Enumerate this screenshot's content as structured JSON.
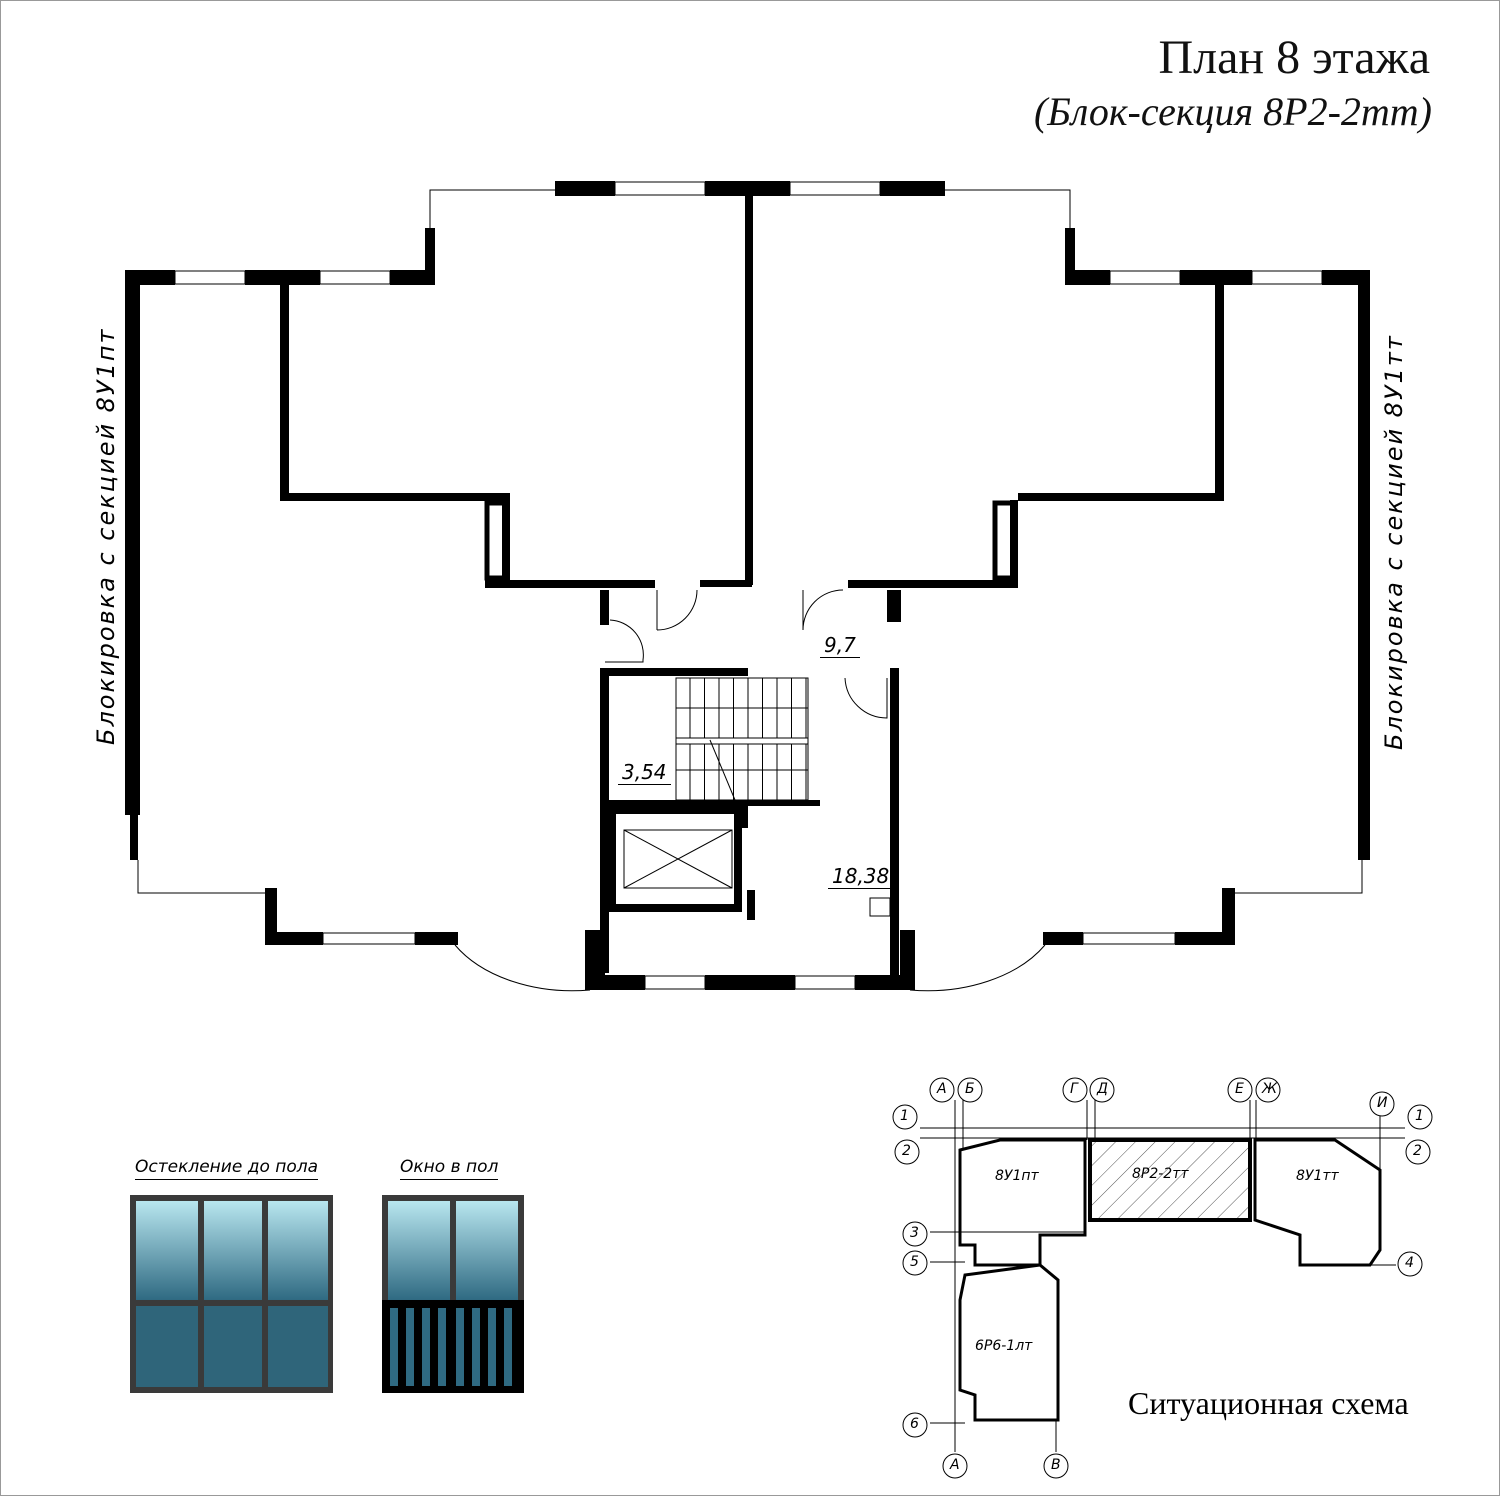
{
  "title": "План 8 этажа",
  "subtitle": "(Блок-секция 8Р2-2тт)",
  "side_labels": {
    "left": "Блокировка с секцией 8У1пт",
    "right": "Блокировка с секцией 8У1тт"
  },
  "areas": {
    "corridor": "9,7",
    "stair": "3,54",
    "hall": "18,38"
  },
  "legend": {
    "floor_glazing": "Остекление до пола",
    "floor_window": "Окно в пол"
  },
  "situation": {
    "title": "Ситуационная схема",
    "sections": [
      "8У1пт",
      "8Р2-2тт",
      "8У1тт",
      "6Р6-1лт"
    ],
    "axes_letters": [
      "А",
      "Б",
      "Г",
      "Д",
      "Е",
      "Ж",
      "И",
      "А",
      "В"
    ],
    "axes_numbers": [
      "1",
      "2",
      "3",
      "5",
      "6",
      "1",
      "2",
      "4"
    ]
  },
  "colors": {
    "wall": "#000000",
    "glass_top": "#b8e6ef",
    "glass_bottom": "#2f6a82",
    "frame": "#3a3a3a"
  }
}
